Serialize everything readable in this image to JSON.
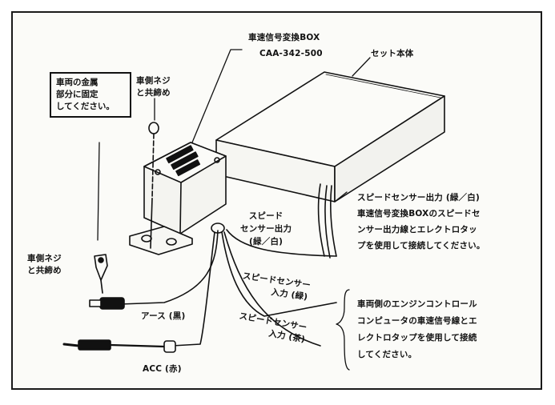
{
  "labels": {
    "converter_title": "車速信号変換BOX",
    "converter_model": "CAA-342-500",
    "main_unit": "セット本体",
    "ground_note": [
      "車両の金属",
      "部分に固定",
      "してください。"
    ],
    "screw_top": [
      "車側ネジ",
      "と共締め"
    ],
    "screw_left": [
      "車側ネジ",
      "と共締め"
    ],
    "speed_out_short": [
      "スピード",
      "センサー出力",
      "(緑／白)"
    ],
    "speed_out_desc": [
      "スピードセンサー出力 (緑／白)",
      "車速信号変換BOXのスピードセ",
      "ンサー出力線とエレクトロタッ",
      "プを使用して接続してください。"
    ],
    "speed_in_green": [
      "スピードセンサー",
      "入力 (緑)"
    ],
    "speed_in_brown": [
      "スピードセンサー",
      "入力 (茶)"
    ],
    "ground_wire": "アース (黒)",
    "acc_wire": "ACC (赤)",
    "vehicle_desc": [
      "車両側のエンジンコントロール",
      "コンピュータの車速信号線とエ",
      "レクトロタップを使用して接続",
      "してください。"
    ]
  }
}
